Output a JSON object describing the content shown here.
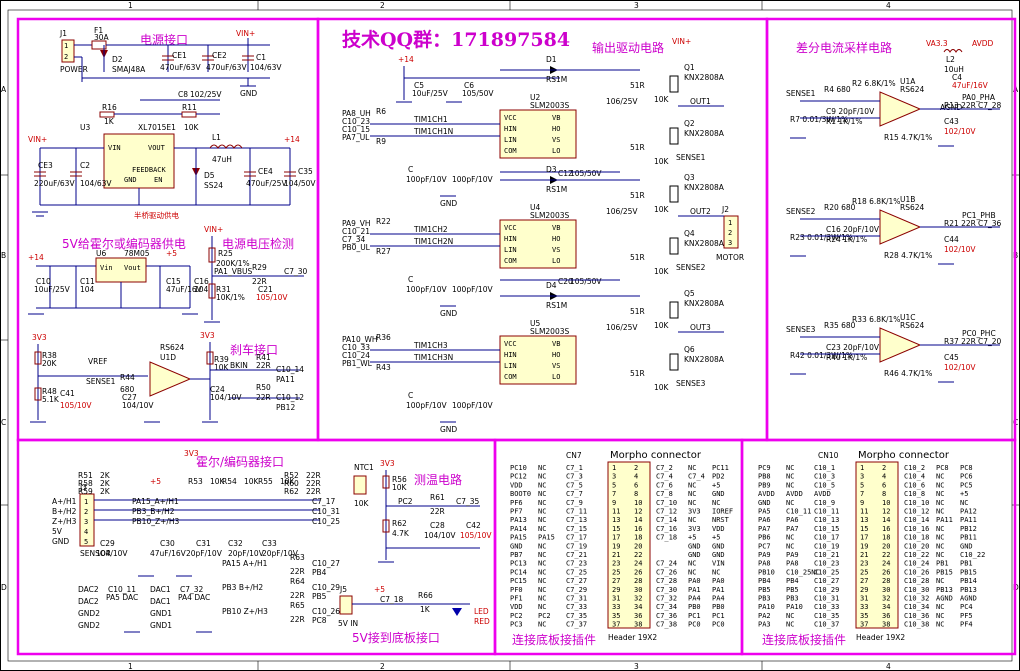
{
  "border": {
    "columns": [
      "1",
      "2",
      "3",
      "4"
    ],
    "rows": [
      "A",
      "B",
      "C",
      "D"
    ]
  },
  "power": {
    "title": "电源接口",
    "connector": "J1",
    "connector_label": "POWER",
    "fuse": "F1",
    "fuse_val": "30A",
    "tvs": "D2",
    "tvs_val": "SMAJ48A",
    "ce1": "CE1",
    "ce1_val": "470uF/63V",
    "ce2": "CE2",
    "ce2_val": "470uF/63V",
    "c1": "C1",
    "c1_val": "104/63V",
    "vin": "VIN+",
    "gnd": "GND",
    "r16": "R16",
    "r16_val": "1K",
    "r11": "R11",
    "r11_val": "10K",
    "c8": "C8",
    "c8_val": "102/25V",
    "u3": "U3",
    "u3_part": "XL7015E1",
    "u3_pins": [
      "VIN",
      "VOUT",
      "GND",
      "FEEDBACK",
      "EN"
    ],
    "l1": "L1",
    "l1_val": "47uH",
    "d5": "D5",
    "d5_val": "SS24",
    "ce3": "CE3",
    "ce3_val": "220uF/63V",
    "c2": "C2",
    "c2_val": "104/63V",
    "ce4": "CE4",
    "ce4_val": "470uF/25V",
    "c35": "C35",
    "c35_val": "104/50V",
    "v14": "+14",
    "note": "半桥驱动供电"
  },
  "hall_supply": {
    "title": "5V给霍尔或编码器供电",
    "u6": "U6",
    "u6_part": "78M05",
    "pins": [
      "Vin",
      "Vout"
    ],
    "c10": "C10",
    "c10_val": "10uF/25V",
    "c11": "C11",
    "c11_val": "104",
    "c15": "C15",
    "c15_val": "47uF/16V",
    "c16": "C16",
    "c16_val": "104",
    "v14": "+14",
    "v5": "+5"
  },
  "vdetect": {
    "title": "电源电压检测",
    "r25": "R25",
    "r25_val": "200K/1%",
    "r31": "R31",
    "r31_val": "10K/1%",
    "net": "PA1_VBUS",
    "r29": "R29",
    "r29_val": "22R",
    "c21": "C21",
    "c21_val": "105/10V",
    "c7_30": "C7_30"
  },
  "brake": {
    "title": "刹车接口",
    "v33": "3V3",
    "r38": "R38",
    "r38_val": "20K",
    "r48": "R48",
    "r48_val": "5.1K",
    "vref": "VREF",
    "sense1": "SENSE1",
    "r44": "R44",
    "r44_val": "680",
    "u1d": "U1D",
    "u1d_part": "RS624",
    "c41": "C41",
    "c41_val": "105/10V",
    "c27": "C27",
    "c27_val": "104/10V",
    "r39": "R39",
    "r39_val": "10K",
    "bkin": "BKIN",
    "r41": "R41",
    "r41_val": "22R",
    "r50": "R50",
    "r50_val": "22R",
    "c24": "C24",
    "c24_val": "104/10V",
    "nets": [
      "C10_14",
      "PA11",
      "C10_12",
      "PB12"
    ]
  },
  "drive": {
    "title": "技术QQ群：171897584",
    "subtitle": "输出驱动电路",
    "vin": "VIN+",
    "v14": "+14",
    "c5": "C5",
    "c5_val": "10uF/25V",
    "c6": "C6",
    "c6_val": "105/50V",
    "gates": [
      {
        "u": "U2",
        "part": "SLM2003S",
        "in_h": "PA8_UH",
        "in_l": "PA7_UL",
        "hin": "TIM1CH1",
        "lin": "TIM1CH1N",
        "ch": "C10_23",
        "cl": "C10_15",
        "rh": "R6",
        "rl": "R9",
        "d": "D1",
        "out": "OUT1",
        "sense": "SENSE1",
        "qh": "Q1",
        "ql": "Q2"
      },
      {
        "u": "U4",
        "part": "SLM2003S",
        "in_h": "PA9_VH",
        "in_l": "PB0_UL",
        "hin": "TIM1CH2",
        "lin": "TIM1CH2N",
        "ch": "C10_21",
        "cl": "C7_34",
        "rh": "R22",
        "rl": "R27",
        "d": "D3",
        "out": "OUT2",
        "sense": "SENSE2",
        "qh": "Q3",
        "ql": "Q4"
      },
      {
        "u": "U5",
        "part": "SLM2003S",
        "in_h": "PA10_WH",
        "in_l": "PB1_WL",
        "hin": "TIM1CH3",
        "lin": "TIM1CH3N",
        "ch": "C10_33",
        "cl": "C10_24",
        "rh": "R36",
        "rl": "R43",
        "d": "D4",
        "out": "OUT3",
        "sense": "SENSE3",
        "qh": "Q5",
        "ql": "Q6"
      }
    ],
    "chip_pins": [
      "VCC",
      "VB",
      "HIN",
      "HO",
      "LIN",
      "VS",
      "COM",
      "LO"
    ],
    "mosfet": "KNX2808A",
    "rs": "RS1M",
    "r_gate": "51R",
    "r_pd": "10K",
    "c_boot": "106/25V",
    "c_in": "100pF/10V",
    "c_bus": "105/50V",
    "cap12": "C12",
    "cap20": "C20",
    "j2": "J2",
    "motor": "MOTOR",
    "gnd": "GND"
  },
  "diff": {
    "title": "差分电流采样电路",
    "v33": "VA3.3",
    "avdd": "AVDD",
    "l2": "L2",
    "l2_val": "10uH",
    "c4": "C4",
    "c4_val": "47uF/16V",
    "agnd": "AGND",
    "channels": [
      {
        "sense": "SENSE1",
        "u": "U1A",
        "part": "RS624",
        "rin": "R4 680",
        "rf": "R2 6.8K/1%",
        "rb": "R1 1K/1%",
        "rs": "R7 0.01/3W/1%",
        "rc": "R3 1K/1%",
        "cf": "C9 20pF/10V",
        "rout": "R13 22R",
        "cout": "C43 102/10V",
        "net": "PA0_PHA",
        "net2": "C7_28",
        "ro": "R15 4.7K/1%"
      },
      {
        "sense": "SENSE2",
        "u": "U1B",
        "part": "RS624",
        "rin": "R20 680",
        "rf": "R18 6.8K/1%",
        "rb": "R24 1K/1%",
        "rs": "R23 0.01/3W/1%",
        "rc": "R28 4.7K/1%",
        "cf": "C16 20pF/10V",
        "rout": "R21 22R",
        "cout": "C44 102/10V",
        "net": "PC1_PHB",
        "net2": "C7_36",
        "ro": "R28 4.7K/1%"
      },
      {
        "sense": "SENSE3",
        "u": "U1C",
        "part": "RS624",
        "rin": "R35 680",
        "rf": "R33 6.8K/1%",
        "rb": "R40 1K/1%",
        "rs": "R42 0.01/3W/1%",
        "rc": "R46 4.7K/1%",
        "cf": "C23 20pF/10V",
        "rout": "R37 22R",
        "cout": "C45 102/10V",
        "net": "PC0_PHC",
        "net2": "C7_20",
        "ro": "R46 4.7K/1%"
      }
    ]
  },
  "hall_if": {
    "title": "霍尔/编码器接口",
    "j3": "J3",
    "j3_label": "SENSOR",
    "pins": [
      "A+/H1",
      "B+/H2",
      "Z+/H3",
      "5V",
      "GND"
    ],
    "rs": [
      {
        "r": "R51",
        "v": "2K"
      },
      {
        "r": "R58",
        "v": "2K"
      },
      {
        "r": "R59",
        "v": "2K"
      },
      {
        "r": "R53",
        "v": "10K"
      },
      {
        "r": "R54",
        "v": "10K"
      },
      {
        "r": "R55",
        "v": "10K"
      },
      {
        "r": "R52",
        "v": "22R"
      },
      {
        "r": "R60",
        "v": "22R"
      },
      {
        "r": "R62",
        "v": "22R"
      }
    ],
    "nets": [
      "PA15_A+/H1",
      "PB3_B+/H2",
      "PB10_Z+/H3"
    ],
    "outs": [
      "C7_17",
      "C10_31",
      "C10_25"
    ],
    "v33": "3V3",
    "v5": "+5",
    "c29": "C29",
    "c29_val": "104/10V",
    "c30": "C30",
    "c30_val": "47uF/16V",
    "c31": "C31",
    "c31_val": "20pF/10V",
    "c32": "C32",
    "c32_val": "20pF/10V",
    "c33": "C33",
    "c33_val": "20pF/10V",
    "dac": [
      {
        "n": "DAC2",
        "p": "C10_11",
        "q": "PA5 DAC"
      },
      {
        "n": "DAC2",
        "p": "",
        "q": ""
      },
      {
        "n": "GND2",
        "p": "",
        "q": ""
      },
      {
        "n": "GND2",
        "p": "",
        "q": ""
      },
      {
        "n": "DAC1",
        "p": "C7_32",
        "q": "PA4 DAC"
      },
      {
        "n": "DAC1",
        "p": "",
        "q": ""
      },
      {
        "n": "GND1",
        "p": "",
        "q": ""
      },
      {
        "n": "GND1",
        "p": "",
        "q": ""
      }
    ],
    "pb_nets": [
      {
        "a": "PA15 A+/H1",
        "r": "R63 22R",
        "o": "C10_27",
        "p": "PB4"
      },
      {
        "a": "PB3 B+/H2",
        "r": "R64 22R",
        "o": "C10_29",
        "p": "PB5"
      },
      {
        "a": "PB10 Z+/H3",
        "r": "R65 22R",
        "o": "C10_26",
        "p": "PC8"
      }
    ]
  },
  "temp": {
    "title": "测温电路",
    "ntc": "NTC1",
    "ntc_val": "10K",
    "r56": "R56",
    "r56_val": "10K",
    "r61": "R61",
    "r61_val": "22R",
    "r62": "R62",
    "r62_val": "4.7K",
    "c28": "C28",
    "c28_val": "104/10V",
    "c42": "C42",
    "c42_val": "105/10V",
    "pc2": "PC2",
    "out": "C7_35",
    "v33": "3V3"
  },
  "v5in": {
    "title": "5V接到底板接口",
    "j5": "J5",
    "j5_label": "5V IN",
    "net": "C7_18",
    "r66": "R66",
    "r66_val": "1K",
    "led": "LED",
    "led_color": "RED",
    "v5": "+5"
  },
  "morpho_cn7": {
    "title": "Morpho connector",
    "cn": "CN7",
    "part": "Header 19X2",
    "footer": "连接底板接插件",
    "rows": [
      [
        "PC10",
        "NC",
        "C7_1",
        "1",
        "2",
        "C7_2",
        "NC",
        "PC11"
      ],
      [
        "PC12",
        "NC",
        "C7_3",
        "3",
        "4",
        "C7_4",
        "C7_4",
        "PD2"
      ],
      [
        "VDD",
        "NC",
        "C7_5",
        "5",
        "6",
        "C7_6",
        "NC",
        "+5"
      ],
      [
        "BOOT0",
        "NC",
        "C7_7",
        "7",
        "8",
        "C7_8",
        "NC",
        "GND"
      ],
      [
        "PF6",
        "NC",
        "C7_9",
        "9",
        "10",
        "C7_10",
        "NC",
        "NC"
      ],
      [
        "PF7",
        "NC",
        "C7_11",
        "11",
        "12",
        "C7_12",
        "3V3",
        "IOREF"
      ],
      [
        "PA13",
        "NC",
        "C7_13",
        "13",
        "14",
        "C7_14",
        "NC",
        "NRST"
      ],
      [
        "PA14",
        "NC",
        "C7_15",
        "15",
        "16",
        "C7_16",
        "3V3",
        "VDD"
      ],
      [
        "PA15",
        "PA15",
        "C7_17",
        "17",
        "18",
        "C7_18",
        "+5",
        "+5"
      ],
      [
        "GND",
        "NC",
        "C7_19",
        "19",
        "20",
        "",
        "GND",
        "GND"
      ],
      [
        "PB7",
        "NC",
        "C7_21",
        "21",
        "22",
        "",
        "GND",
        "GND"
      ],
      [
        "PC13",
        "NC",
        "C7_23",
        "23",
        "24",
        "C7_24",
        "NC",
        "VIN"
      ],
      [
        "PC14",
        "NC",
        "C7_25",
        "25",
        "26",
        "C7_26",
        "NC",
        "NC"
      ],
      [
        "PC15",
        "NC",
        "C7_27",
        "27",
        "28",
        "C7_28",
        "PA0",
        "PA0"
      ],
      [
        "PF0",
        "NC",
        "C7_29",
        "29",
        "30",
        "C7_30",
        "PA1",
        "PA1"
      ],
      [
        "PF1",
        "NC",
        "C7_31",
        "31",
        "32",
        "C7_32",
        "PA4",
        "PA4"
      ],
      [
        "VDD",
        "NC",
        "C7_33",
        "33",
        "34",
        "C7_34",
        "PB0",
        "PB0"
      ],
      [
        "PC2",
        "PC2",
        "C7_35",
        "35",
        "36",
        "C7_36",
        "PC1",
        "PC1"
      ],
      [
        "PC3",
        "NC",
        "C7_37",
        "37",
        "38",
        "C7_38",
        "PC0",
        "PC0"
      ]
    ]
  },
  "morpho_cn10": {
    "title": "Morpho connector",
    "cn": "CN10",
    "part": "Header 19X2",
    "footer": "连接底板接插件",
    "rows": [
      [
        "PC9",
        "NC",
        "C10_1",
        "1",
        "2",
        "C10_2",
        "PC8",
        "PC8"
      ],
      [
        "PB8",
        "NC",
        "C10_3",
        "3",
        "4",
        "C10_4",
        "NC",
        "PC6"
      ],
      [
        "PB9",
        "NC",
        "C10_5",
        "5",
        "6",
        "C10_6",
        "NC",
        "PC5"
      ],
      [
        "AVDD",
        "AVDD",
        "AVDD",
        "7",
        "8",
        "C10_8",
        "NC",
        "+5"
      ],
      [
        "GND",
        "NC",
        "C10_9",
        "9",
        "10",
        "C10_10",
        "NC",
        "NC"
      ],
      [
        "PA5",
        "C10_11",
        "C10_11",
        "11",
        "12",
        "C10_12",
        "NC",
        "PA12"
      ],
      [
        "PA6",
        "PA6",
        "C10_13",
        "13",
        "14",
        "C10_14",
        "PA11",
        "PA11"
      ],
      [
        "PA7",
        "PA7",
        "C10_15",
        "15",
        "16",
        "C10_16",
        "NC",
        "PB12"
      ],
      [
        "PB6",
        "NC",
        "C10_17",
        "17",
        "18",
        "C10_18",
        "NC",
        "PB11"
      ],
      [
        "PC7",
        "NC",
        "C10_19",
        "19",
        "20",
        "C10_20",
        "NC",
        "GND"
      ],
      [
        "PA9",
        "PA9",
        "C10_21",
        "21",
        "22",
        "C10_22",
        "NC",
        "C10_22"
      ],
      [
        "PA8",
        "PA8",
        "C10_23",
        "23",
        "24",
        "C10_24",
        "PB1",
        "PB1"
      ],
      [
        "PB10",
        "C10_25NC",
        "C10_25",
        "25",
        "26",
        "C10_26",
        "PB15",
        "PB15"
      ],
      [
        "PB4",
        "PB4",
        "C10_27",
        "27",
        "28",
        "C10_28",
        "NC",
        "PB14"
      ],
      [
        "PB5",
        "PB5",
        "C10_29",
        "29",
        "30",
        "C10_30",
        "PB13",
        "PB13"
      ],
      [
        "PB3",
        "PB3",
        "C10_31",
        "31",
        "32",
        "C10_32",
        "AGND",
        "AGND"
      ],
      [
        "PA10",
        "PA10",
        "C10_33",
        "33",
        "34",
        "C10_34",
        "NC",
        "PC4"
      ],
      [
        "PA2",
        "NC",
        "C10_35",
        "35",
        "36",
        "C10_36",
        "NC",
        "PF5"
      ],
      [
        "PA3",
        "NC",
        "C10_37",
        "37",
        "38",
        "C10_38",
        "NC",
        "PF4"
      ]
    ]
  }
}
